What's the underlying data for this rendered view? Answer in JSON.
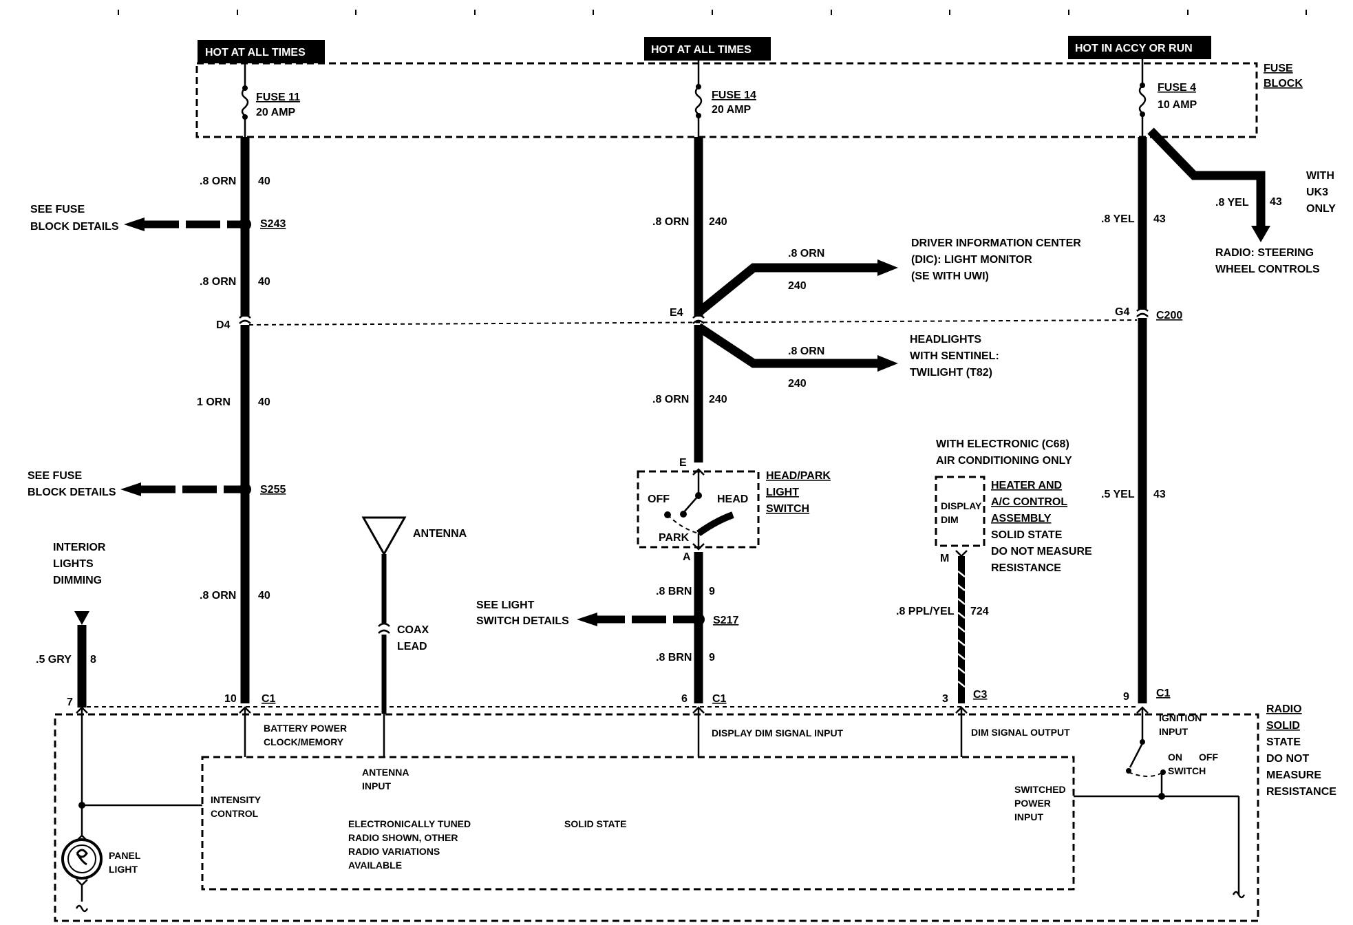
{
  "headers": {
    "hot1": "HOT AT ALL TIMES",
    "hot2": "HOT AT ALL TIMES",
    "hot3": "HOT IN ACCY OR RUN"
  },
  "fuse_block": {
    "line1": "FUSE",
    "line2": "BLOCK"
  },
  "fuses": [
    {
      "name": "FUSE 11",
      "rating": "20 AMP"
    },
    {
      "name": "FUSE 14",
      "rating": "20 AMP"
    },
    {
      "name": "FUSE 4",
      "rating": "10 AMP"
    }
  ],
  "wires": {
    "w40_a": ".8 ORN",
    "w40_a_num": "40",
    "w40_b": ".8 ORN",
    "w40_b_num": "40",
    "w40_c": "1 ORN",
    "w40_c_num": "40",
    "w40_d": ".8 ORN",
    "w40_d_num": "40",
    "w240_a": ".8 ORN",
    "w240_a_num": "240",
    "w240_b": ".8 ORN",
    "w240_b_num": "240",
    "w240_dic": ".8 ORN",
    "w240_dic_num": "240",
    "w240_head": ".8 ORN",
    "w240_head_num": "240",
    "w9_a": ".8 BRN",
    "w9_a_num": "9",
    "w9_b": ".8 BRN",
    "w9_b_num": "9",
    "w43_a": ".8 YEL",
    "w43_a_num": "43",
    "w43_b": ".5 YEL",
    "w43_b_num": "43",
    "w43_uk3": ".8 YEL",
    "w43_uk3_num": "43",
    "w724": ".8 PPL/YEL",
    "w724_num": "724",
    "w8": ".5 GRY",
    "w8_num": "8"
  },
  "splices": {
    "s243": "S243",
    "s255": "S255",
    "s217": "S217"
  },
  "connectors": {
    "d4": "D4",
    "e4": "E4",
    "g4": "G4",
    "c200": "C200",
    "e": "E",
    "a": "A",
    "m": "M",
    "c1_a": "C1",
    "c1_b": "C1",
    "c1_c": "C1",
    "c3": "C3",
    "pin7": "7",
    "pin10": "10",
    "pin6": "6",
    "pin3": "3",
    "pin9": "9"
  },
  "see_fuse_1": {
    "line1": "SEE FUSE",
    "line2": "BLOCK DETAILS"
  },
  "see_fuse_2": {
    "line1": "SEE FUSE",
    "line2": "BLOCK DETAILS"
  },
  "see_light": {
    "line1": "SEE LIGHT",
    "line2": "SWITCH DETAILS"
  },
  "dic": {
    "line1": "DRIVER INFORMATION CENTER",
    "line2": "(DIC): LIGHT MONITOR",
    "line3": "(SE WITH UWI)"
  },
  "headlights": {
    "line1": "HEADLIGHTS",
    "line2": "WITH SENTINEL:",
    "line3": "TWILIGHT (T82)"
  },
  "uk3": {
    "line1": "WITH",
    "line2": "UK3",
    "line3": "ONLY"
  },
  "steering": {
    "line1": "RADIO: STEERING",
    "line2": "WHEEL CONTROLS"
  },
  "light_switch": {
    "line1": "HEAD/PARK",
    "line2": "LIGHT",
    "line3": "SWITCH",
    "off": "OFF",
    "head": "HEAD",
    "park": "PARK"
  },
  "hvac_cond": {
    "line1": "WITH ELECTRONIC (C68)",
    "line2": "AIR CONDITIONING ONLY"
  },
  "hvac": {
    "line1": "HEATER AND",
    "line2": "A/C CONTROL",
    "line3": "ASSEMBLY",
    "line4": "SOLID STATE",
    "line5": "DO NOT MEASURE",
    "line6": "RESISTANCE",
    "display1": "DISPLAY",
    "display2": "DIM"
  },
  "antenna": {
    "label": "ANTENNA",
    "coax1": "COAX",
    "coax2": "LEAD"
  },
  "interior": {
    "line1": "INTERIOR",
    "line2": "LIGHTS",
    "line3": "DIMMING"
  },
  "radio": {
    "battery1": "BATTERY POWER",
    "battery2": "CLOCK/MEMORY",
    "display_dim": "DISPLAY DIM SIGNAL INPUT",
    "dim_output": "DIM SIGNAL  OUTPUT",
    "ignition1": "IGNITION",
    "ignition2": "INPUT",
    "on": "ON",
    "off": "OFF",
    "switch": "SWITCH",
    "antenna1": "ANTENNA",
    "antenna2": "INPUT",
    "intensity1": "INTENSITY",
    "intensity2": "CONTROL",
    "tuned1": "ELECTRONICALLY TUNED",
    "tuned2": "RADIO SHOWN, OTHER",
    "tuned3": "RADIO VARIATIONS",
    "tuned4": "AVAILABLE",
    "solid": "SOLID STATE",
    "switched1": "SWITCHED",
    "switched2": "POWER",
    "switched3": "INPUT",
    "panel1": "PANEL",
    "panel2": "LIGHT",
    "title1": "RADIO",
    "title2": "SOLID",
    "title3": "STATE",
    "title4": "DO NOT",
    "title5": "MEASURE",
    "title6": "RESISTANCE"
  }
}
